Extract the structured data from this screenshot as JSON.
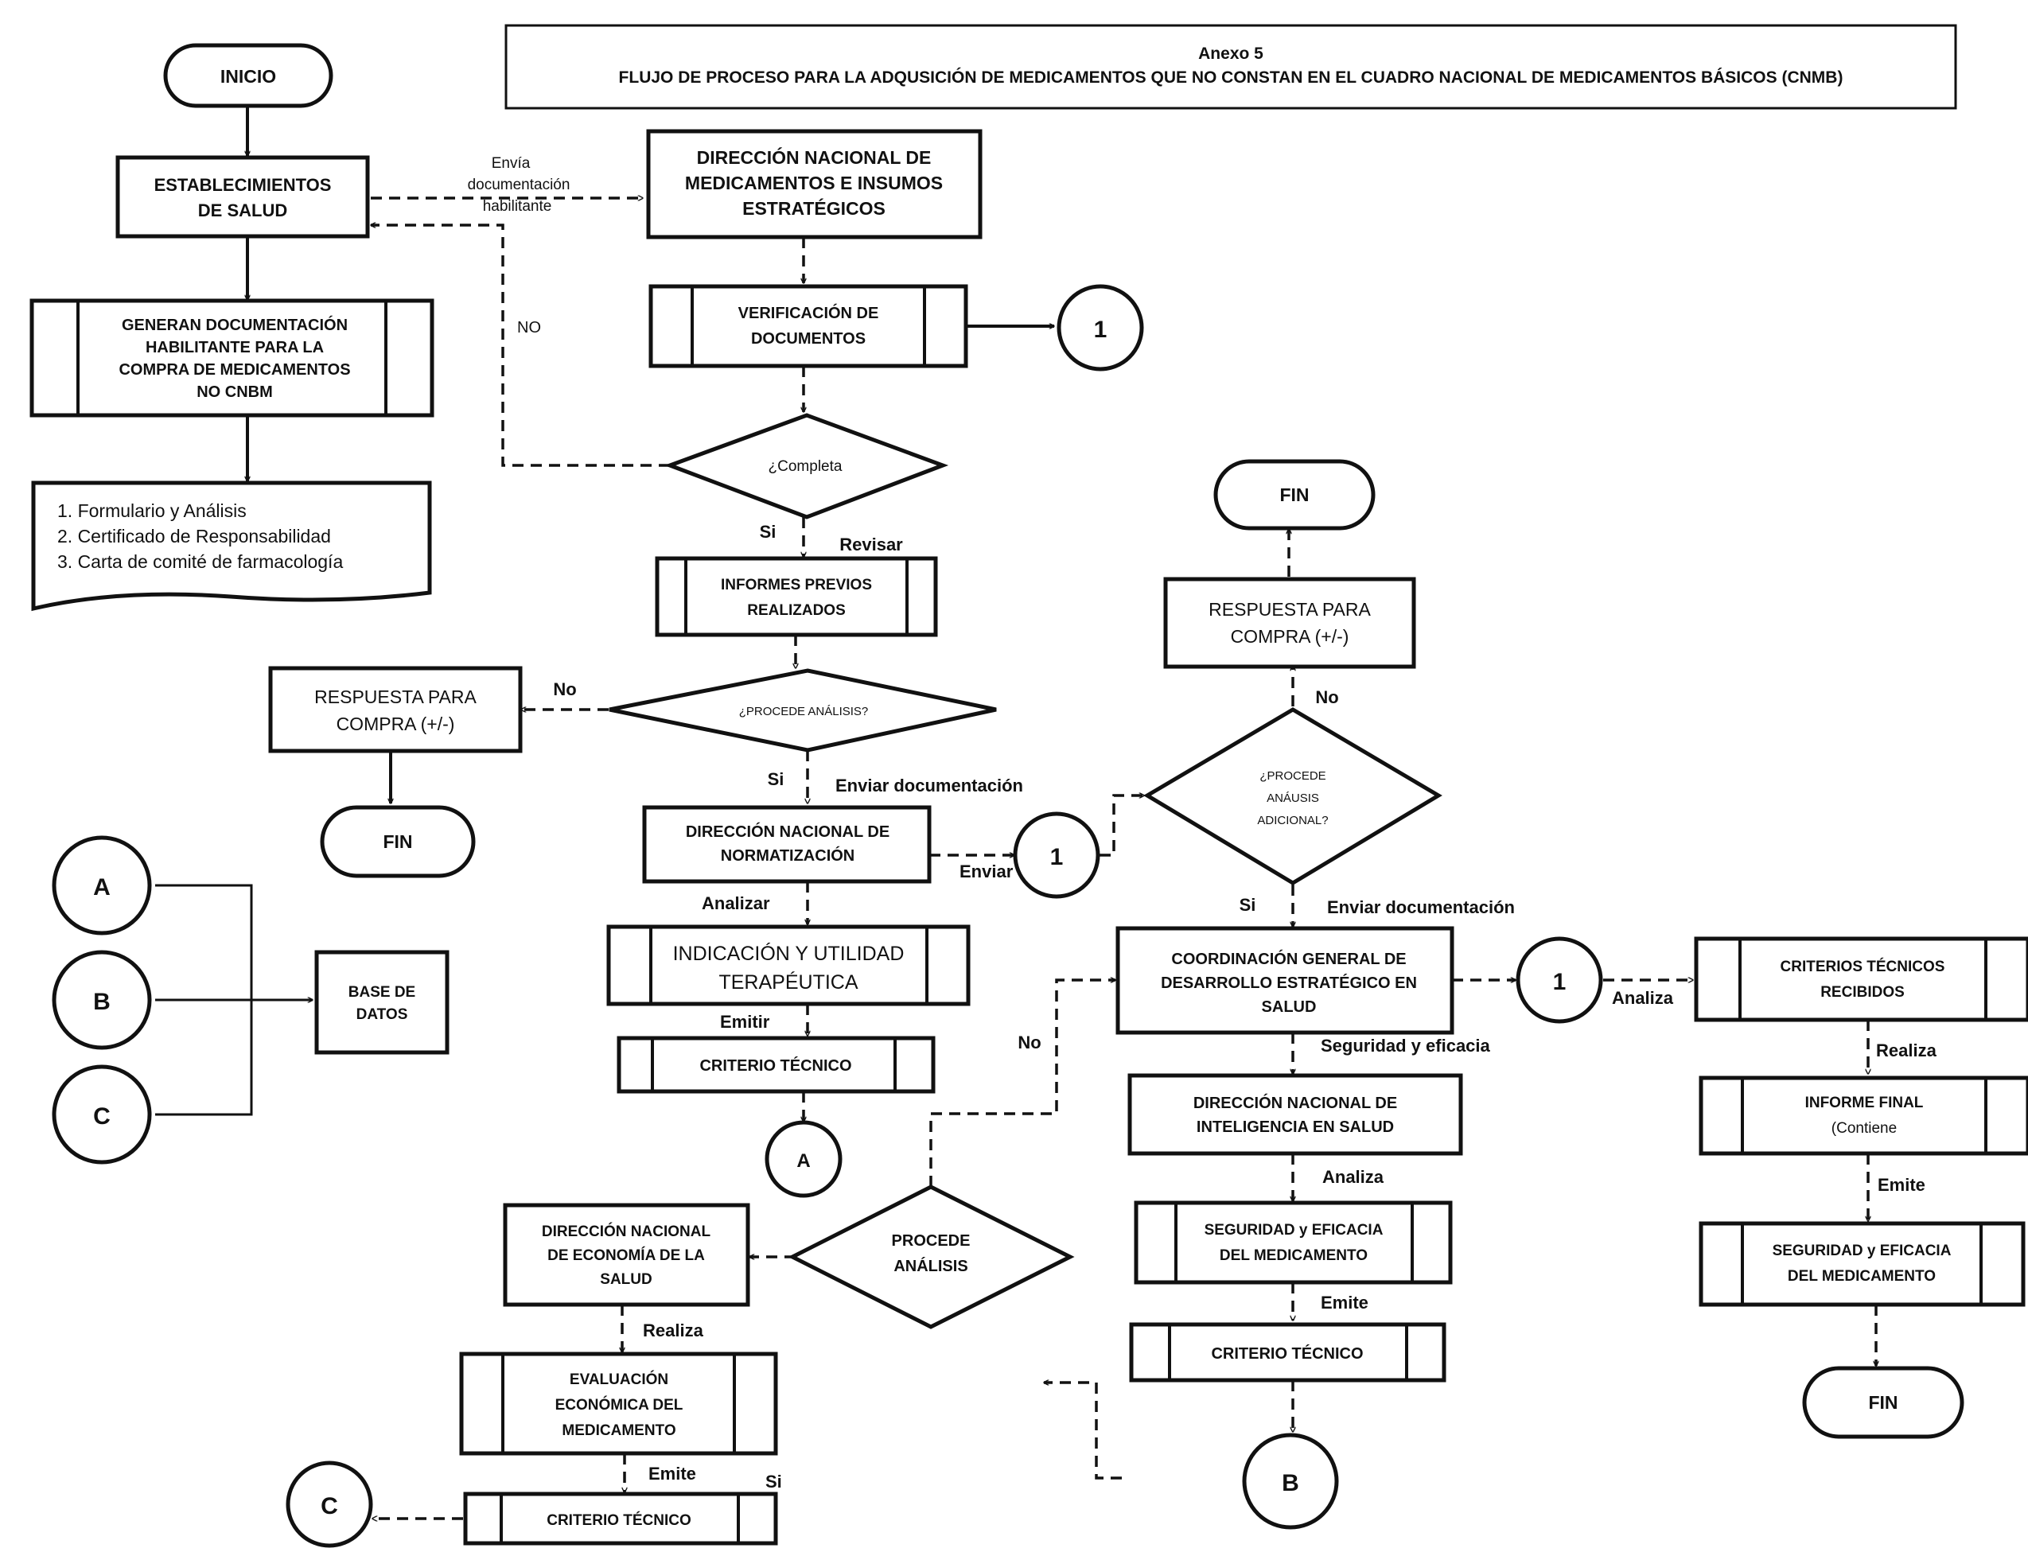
{
  "header": {
    "annex": "Anexo 5",
    "title": "FLUJO DE PROCESO PARA LA ADQUSICIÓN DE MEDICAMENTOS QUE NO CONSTAN EN EL CUADRO NACIONAL DE MEDICAMENTOS BÁSICOS (CNMB)"
  },
  "nodes": {
    "inicio": "INICIO",
    "establecimientos": [
      "ESTABLECIMIENTOS",
      "DE SALUD"
    ],
    "generan": [
      "GENERAN  DOCUMENTACIÓN",
      "HABILITANTE PARA LA",
      "COMPRA DE MEDICAMENTOS",
      "NO CNBM"
    ],
    "documents": [
      "1. Formulario y Análisis",
      "2. Certificado de Responsabilidad",
      "3. Carta de comité de farmacología"
    ],
    "dnmis": [
      "DIRECCIÓN NACIONAL DE",
      "MEDICAMENTOS E INSUMOS",
      "ESTRATÉGICOS"
    ],
    "verificacion": [
      "VERIFICACIÓN DE",
      "DOCUMENTOS"
    ],
    "completa": "¿Completa",
    "informes": [
      "INFORMES PREVIOS",
      "REALIZADOS"
    ],
    "procede_analisis": "¿PROCEDE ANÁLISIS?",
    "respuesta_left": [
      "RESPUESTA PARA",
      "COMPRA  (+/-)"
    ],
    "fin": "FIN",
    "dnn": [
      "DIRECCIÓN NACIONAL DE",
      "NORMATIZACIÓN"
    ],
    "indicacion": [
      "INDICACIÓN Y UTILIDAD",
      "TERAPÉUTICA"
    ],
    "criterio_tecnico": "CRITERIO TÉCNICO",
    "connector_a": "A",
    "connector_b": "B",
    "connector_c": "C",
    "connector_1": "1",
    "base_datos": [
      "BASE DE",
      "DATOS"
    ],
    "respuesta_right": [
      "RESPUESTA PARA",
      "COMPRA  (+/-)"
    ],
    "procede_adicional": [
      "¿PROCEDE",
      "ANÁUSIS",
      "ADICIONAL?"
    ],
    "coordinacion": [
      "COORDINACIÓN GENERAL DE",
      "DESARROLLO ESTRATÉGICO EN",
      "SALUD"
    ],
    "dnis": [
      "DIRECCIÓN NACIONAL DE",
      "INTELIGENCIA EN SALUD"
    ],
    "seguridad": [
      "SEGURIDAD y EFICACIA",
      "DEL MEDICAMENTO"
    ],
    "criterios_recibidos": [
      "CRITERIOS TÉCNICOS",
      "RECIBIDOS"
    ],
    "informe_final": [
      "INFORME FINAL",
      "(Contiene"
    ],
    "procede_analisis2": [
      "PROCEDE",
      "ANÁLISIS"
    ],
    "dnes": [
      "DIRECCIÓN NACIONAL",
      "DE ECONOMÍA DE LA",
      "SALUD"
    ],
    "evaluacion": [
      "EVALUACIÓN",
      "ECONÓMICA DEL",
      "MEDICAMENTO"
    ]
  },
  "edge_labels": {
    "envia": [
      "Envía",
      "documentación",
      "habilitante"
    ],
    "no_upper": "NO",
    "si": "Si",
    "no": "No",
    "revisar": "Revisar",
    "enviar_documentacion": "Enviar documentación",
    "enviar": "Enviar",
    "analizar": "Analizar",
    "emitir": "Emitir",
    "seguridad_eficacia": "Seguridad y eficacia",
    "analiza": "Analiza",
    "emite": "Emite",
    "realiza": "Realiza"
  }
}
